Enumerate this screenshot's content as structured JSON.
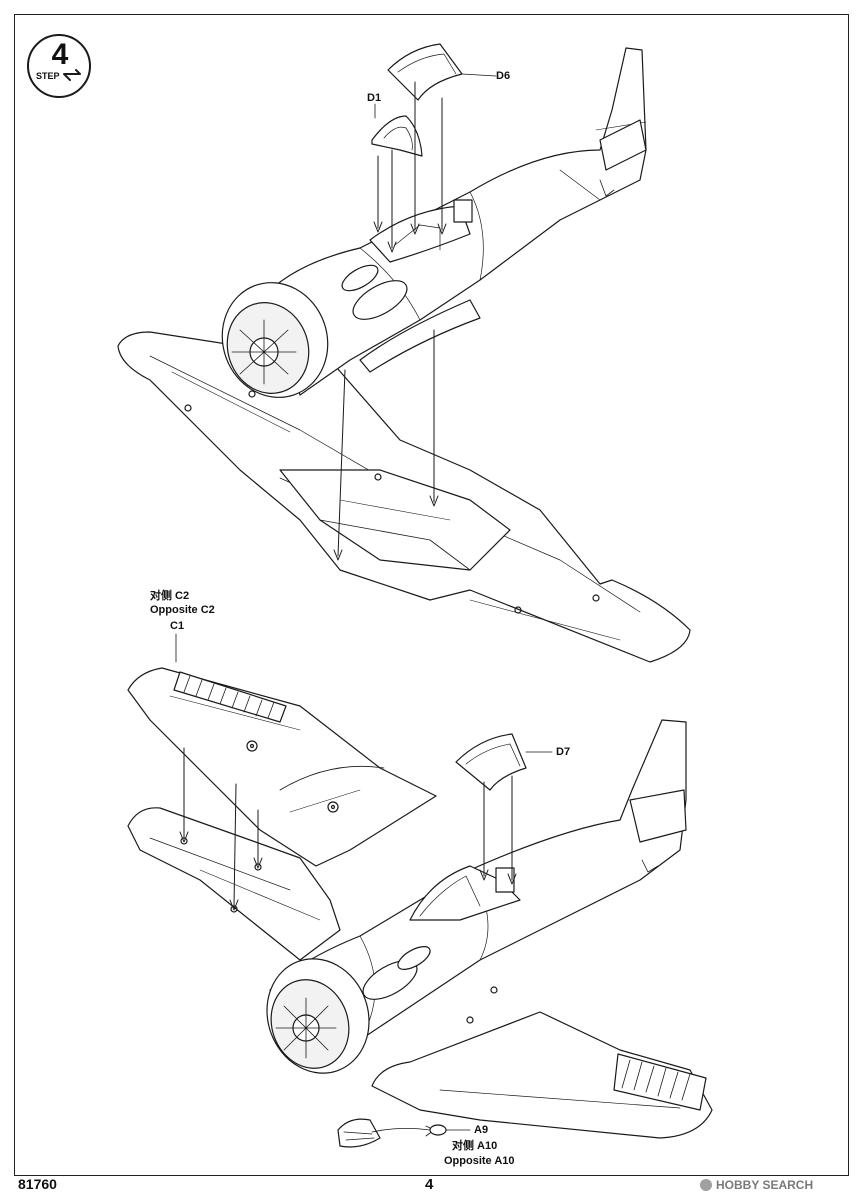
{
  "step": {
    "label": "STEP",
    "number": "4"
  },
  "labels": {
    "d6": "D6",
    "d1": "D1",
    "c2_cn": "对侧 C2",
    "c2_en": "Opposite C2",
    "c1": "C1",
    "d7": "D7",
    "a9": "A9",
    "a10_cn": "对侧 A10",
    "a10_en": "Opposite A10"
  },
  "footer": {
    "kit_code": "81760",
    "page_number": "4"
  },
  "watermark": {
    "text": "HOBBY SEARCH"
  }
}
